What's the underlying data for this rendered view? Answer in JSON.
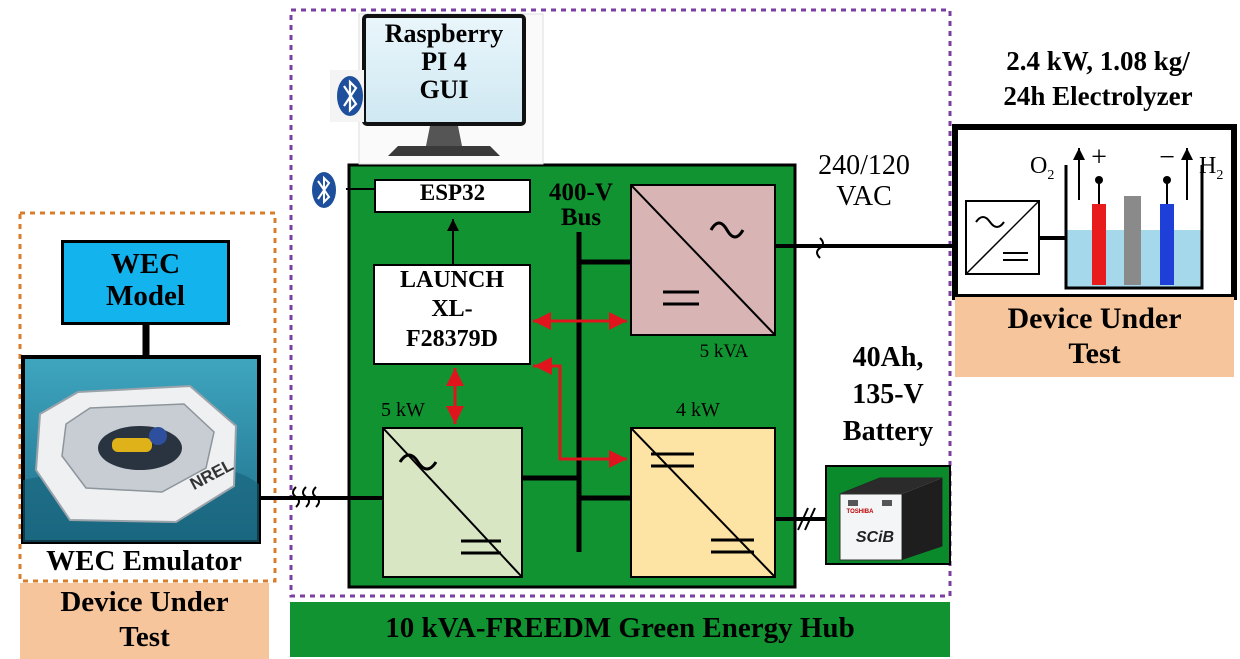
{
  "hub": {
    "title": "10 kVA-FREEDM Green Energy Hub",
    "bus_label_line1": "400-V",
    "bus_label_line2": "Bus"
  },
  "raspberry": {
    "line1": "Raspberry",
    "line2": "PI 4",
    "line3": "GUI"
  },
  "esp32": {
    "label": "ESP32"
  },
  "launchpad": {
    "line1": "LAUNCH",
    "line2": "XL-",
    "line3": "F28379D"
  },
  "inverter": {
    "rating": "5 kVA"
  },
  "rectifier": {
    "rating": "5 kW"
  },
  "dcdc": {
    "rating": "4 kW"
  },
  "grid": {
    "line1": "240/120",
    "line2": "VAC"
  },
  "electrolyzer": {
    "title_line1": "2.4 kW, 1.08 kg/",
    "title_line2": "24h Electrolyzer",
    "o2": "O",
    "o2_sub": "2",
    "h2": "H",
    "h2_sub": "2",
    "plus": "+",
    "minus": "−",
    "dut_line1": "Device Under",
    "dut_line2": "Test"
  },
  "battery": {
    "line1": "40Ah,",
    "line2": "135-V",
    "line3": "Battery",
    "brand": "SCiB",
    "maker": "TOSHIBA"
  },
  "wec": {
    "model_line1": "WEC",
    "model_line2": "Model",
    "emulator": "WEC Emulator",
    "buoy_text": "NREL",
    "dut_line1": "Device Under",
    "dut_line2": "Test"
  },
  "colors": {
    "hub_green": "#109330",
    "wec_blue": "#13b3ee",
    "dut_peach": "#f7c59b",
    "inverter_pink": "#d8b4b4",
    "rectifier_green": "#d9e6c3",
    "dcdc_yellow": "#fde4a4",
    "arrow_red": "#e0141c",
    "border_purple": "#7a3fa0",
    "border_orange": "#d97c2b",
    "bluetooth": "#1d4f9c"
  },
  "icons": [
    "bluetooth-icon",
    "monitor-icon",
    "ac-source-icon",
    "buoy-image",
    "battery-image"
  ]
}
